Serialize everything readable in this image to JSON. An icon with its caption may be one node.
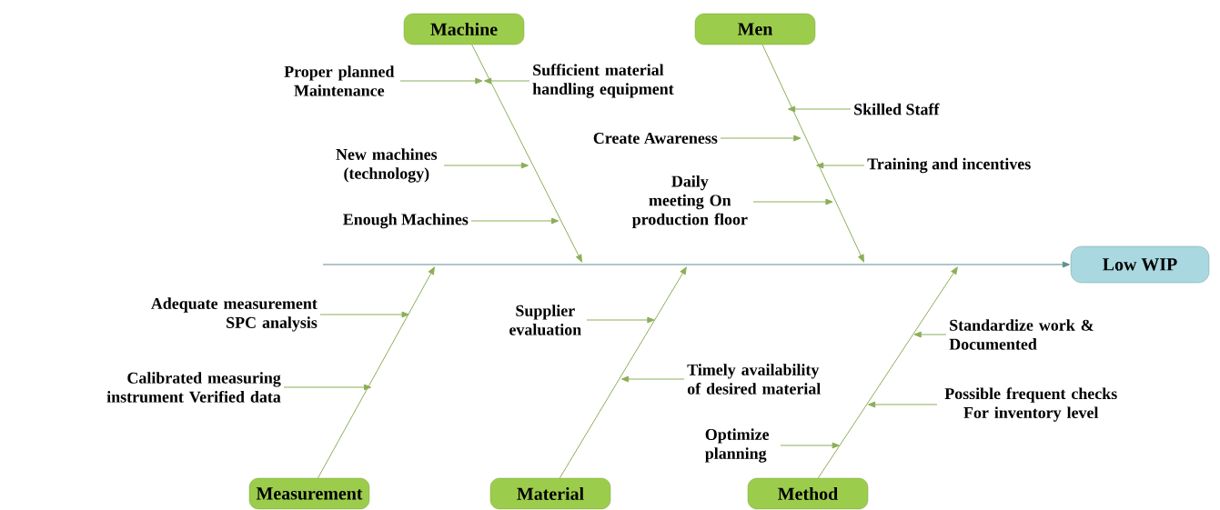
{
  "diagram": {
    "nodes": [
      {
        "text": [
          "Machine"
        ]
      },
      {
        "text": [
          "Men"
        ]
      },
      {
        "text": [
          "Proper planned Maintenance"
        ]
      },
      {
        "text": [
          "Sufficient material handling equipment"
        ]
      },
      {
        "text": [
          "Skilled Staff"
        ]
      },
      {
        "text": [
          "Create Awareness"
        ]
      },
      {
        "text": [
          "New machines (technology)"
        ]
      },
      {
        "text": [
          "Training and incentives"
        ]
      },
      {
        "text": [
          "Daily meeting On production floor"
        ]
      },
      {
        "text": [
          "Enough Machines"
        ]
      },
      {
        "text": [
          "Low WIP"
        ]
      },
      {
        "text": [
          "Adequate measurement SPC analysis"
        ]
      },
      {
        "text": [
          "Supplier evaluation"
        ]
      },
      {
        "text": [
          "Standardize work & Documented"
        ]
      },
      {
        "text": [
          "Calibrated measuring instrument Verified data"
        ]
      },
      {
        "text": [
          "Timely availability of desired material"
        ]
      },
      {
        "text": [
          "Possible frequent checks For inventory level"
        ]
      },
      {
        "text": [
          "Optimize planning"
        ]
      },
      {
        "text": [
          "Measurement"
        ]
      },
      {
        "text": [
          "Material"
        ]
      },
      {
        "text": [
          "Method"
        ]
      }
    ],
    "edges": [
      {
        "from": null,
        "to": 10,
        "arrow": "to",
        "color": "#5f8f8f"
      },
      {
        "from": 0,
        "to": null,
        "arrow": "to"
      },
      {
        "from": 1,
        "to": null,
        "arrow": "to"
      },
      {
        "from": 18,
        "to": null,
        "arrow": "to"
      },
      {
        "from": 19,
        "to": null,
        "arrow": "to"
      },
      {
        "from": 20,
        "to": null,
        "arrow": "to"
      },
      {
        "from": 2,
        "to": null,
        "arrow": "to"
      },
      {
        "from": 3,
        "to": null,
        "arrow": "to"
      },
      {
        "from": 4,
        "to": null,
        "arrow": "to"
      },
      {
        "from": 5,
        "to": null,
        "arrow": "to"
      },
      {
        "from": 6,
        "to": null,
        "arrow": "to"
      },
      {
        "from": 7,
        "to": null,
        "arrow": "to"
      },
      {
        "from": 8,
        "to": null,
        "arrow": "to"
      },
      {
        "from": 9,
        "to": null,
        "arrow": "to"
      },
      {
        "from": 11,
        "to": null,
        "arrow": "to"
      },
      {
        "from": 12,
        "to": null,
        "arrow": "to"
      },
      {
        "from": 13,
        "to": null,
        "arrow": "to"
      },
      {
        "from": 14,
        "to": null,
        "arrow": "to"
      },
      {
        "from": 15,
        "to": null,
        "arrow": "to"
      },
      {
        "from": 16,
        "to": null,
        "arrow": "to"
      },
      {
        "from": 17,
        "to": null,
        "arrow": "to"
      }
    ]
  }
}
